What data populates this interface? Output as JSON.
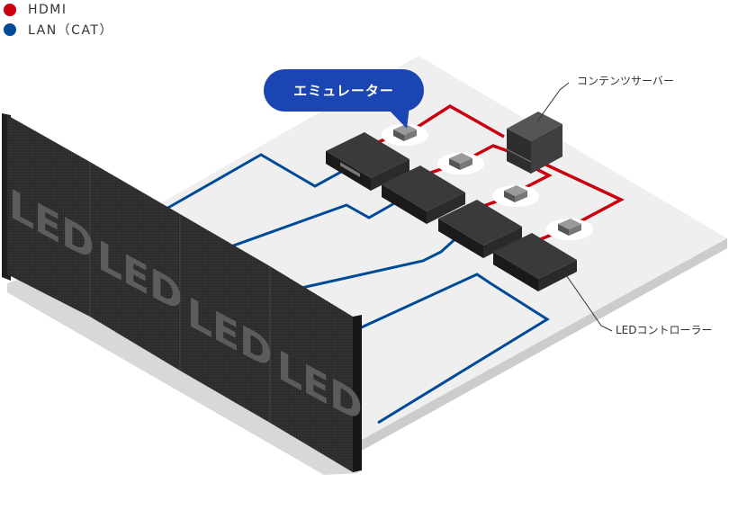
{
  "legend": [
    {
      "label": "HDMI",
      "color": "#c8000f"
    },
    {
      "label": "LAN（CAT）",
      "color": "#004a98"
    }
  ],
  "callout": {
    "label": "エミュレーター",
    "color": "#1c45b4"
  },
  "labels": {
    "server": "コンテンツサーバー",
    "controller": "LEDコントローラー"
  },
  "led_panels": [
    "LED",
    "LED",
    "LED",
    "LED"
  ],
  "colors": {
    "hdmi": "#c8000f",
    "lan": "#004a98",
    "floor": "#efefef",
    "floor_edge": "#cfcfcf",
    "device": "#2b2b2b"
  }
}
